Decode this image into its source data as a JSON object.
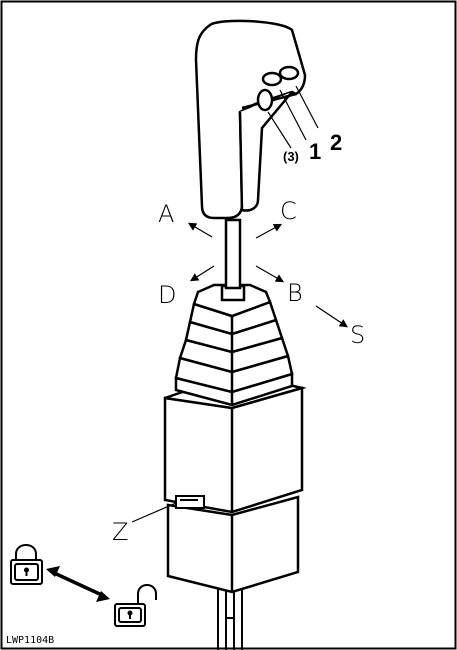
{
  "figure": {
    "code": "LWP1104B",
    "buttons": {
      "button_1": "1",
      "button_2": "2",
      "button_3": "(3)"
    },
    "directions": {
      "a": "A",
      "b": "B",
      "c": "C",
      "d": "D",
      "s": "S"
    },
    "lock_release": "Z",
    "icons": {
      "locked": "padlock-closed-icon",
      "unlocked": "padlock-open-icon"
    }
  },
  "colors": {
    "line": "#000000",
    "background": "#ffffff"
  }
}
